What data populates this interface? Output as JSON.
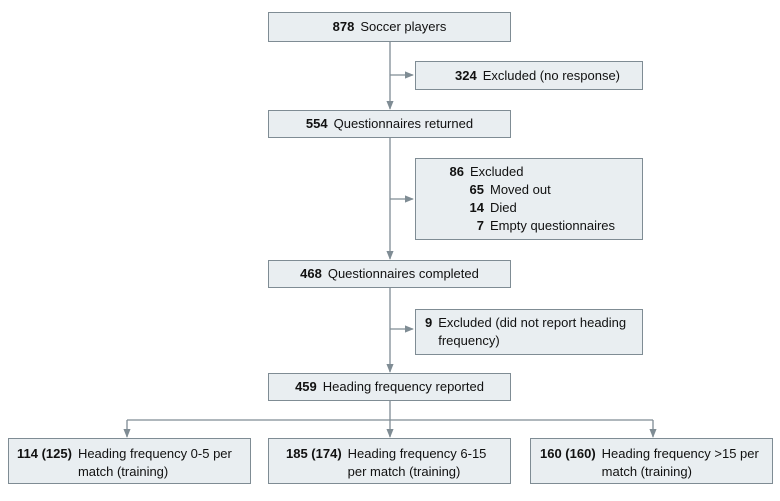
{
  "boxes": {
    "players": {
      "number": "878",
      "text": "Soccer players"
    },
    "no_response": {
      "number": "324",
      "text": "Excluded (no response)"
    },
    "returned": {
      "number": "554",
      "text": "Questionnaires returned"
    },
    "excluded_86": {
      "number": "86",
      "text": "Excluded",
      "items": [
        {
          "number": "65",
          "text": "Moved out"
        },
        {
          "number": "14",
          "text": "Died"
        },
        {
          "number": "7",
          "text": "Empty questionnaires"
        }
      ]
    },
    "completed": {
      "number": "468",
      "text": "Questionnaires completed"
    },
    "excluded_9": {
      "number": "9",
      "text": "Excluded (did not report heading frequency)"
    },
    "reported": {
      "number": "459",
      "text": "Heading frequency reported"
    },
    "low": {
      "number": "114 (125)",
      "text": "Heading frequency 0-5 per match (training)"
    },
    "mid": {
      "number": "185 (174)",
      "text": "Heading frequency 6-15 per match (training)"
    },
    "high": {
      "number": "160 (160)",
      "text": "Heading frequency >15 per match (training)"
    }
  },
  "colors": {
    "box_fill": "#e9eef1",
    "box_border": "#7f8c94",
    "connector": "#7f8c94"
  }
}
